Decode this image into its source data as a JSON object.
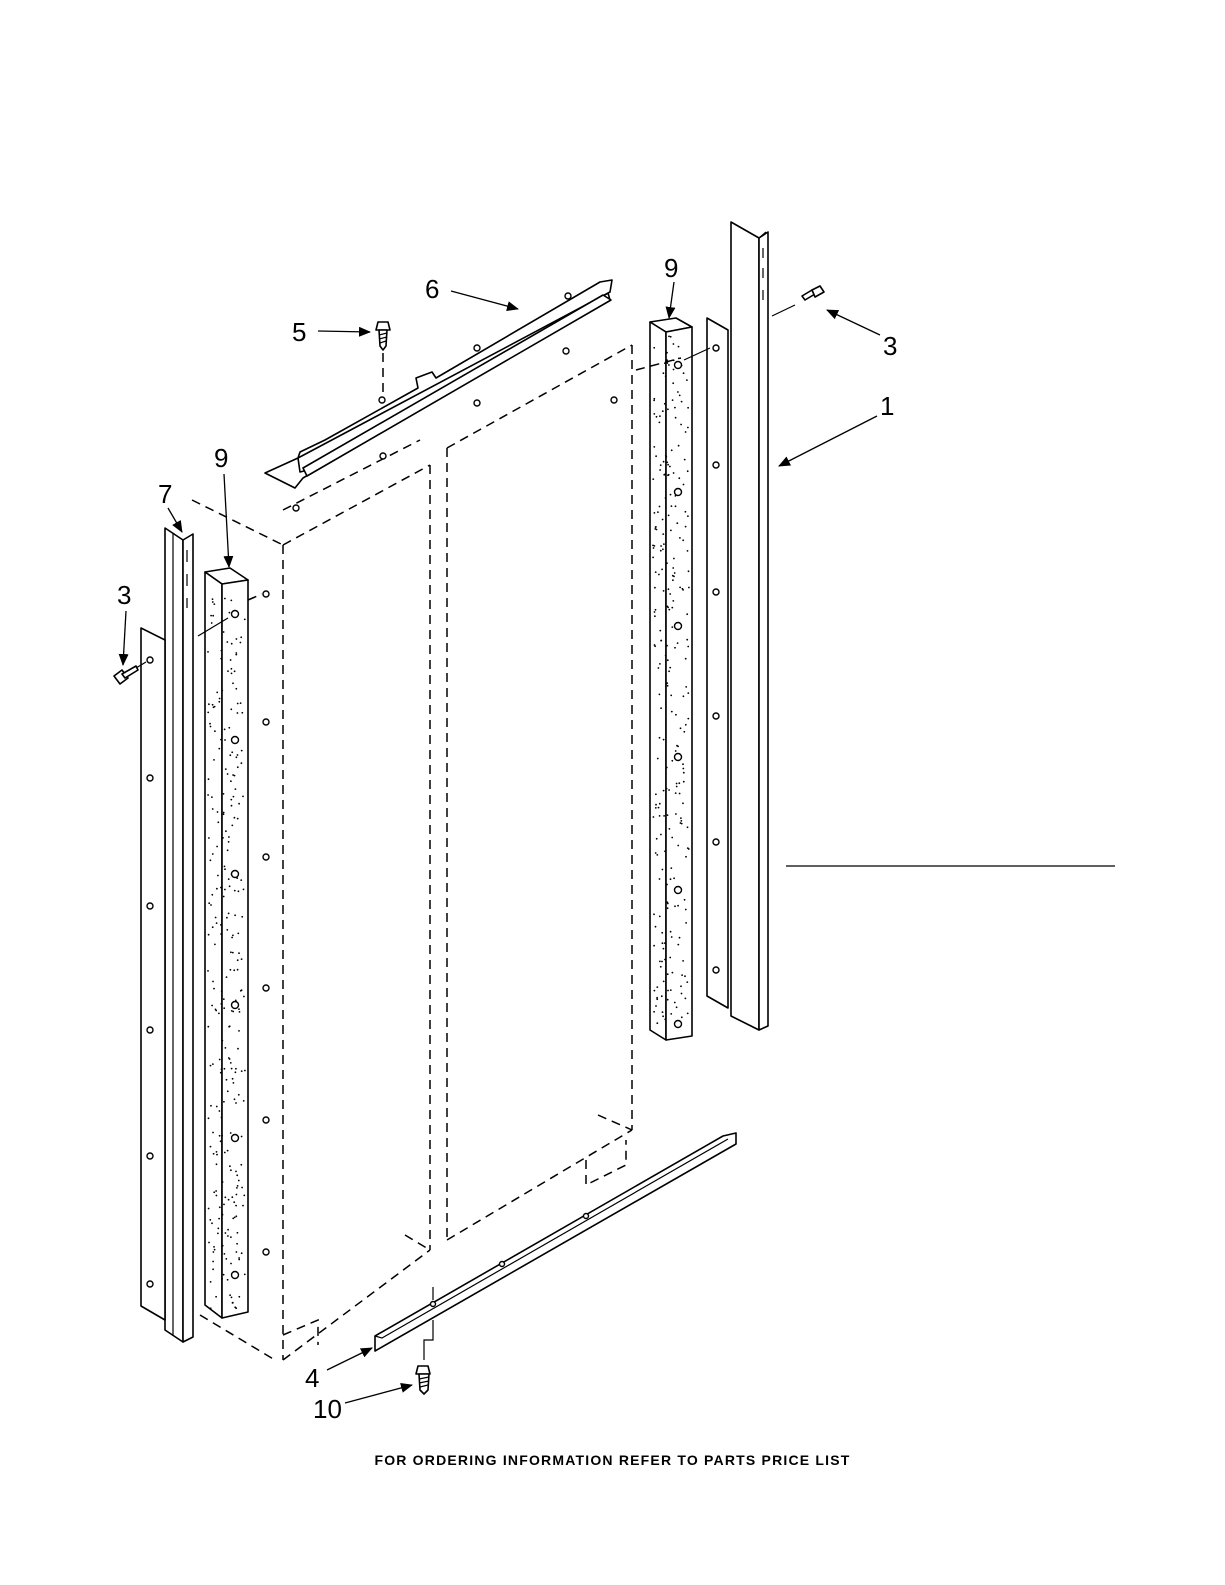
{
  "diagram": {
    "footer_note": "FOR ORDERING INFORMATION REFER TO PARTS PRICE LIST",
    "callouts": [
      {
        "id": "c1",
        "label": "1"
      },
      {
        "id": "c3a",
        "label": "3"
      },
      {
        "id": "c3b",
        "label": "3"
      },
      {
        "id": "c4",
        "label": "4"
      },
      {
        "id": "c5",
        "label": "5"
      },
      {
        "id": "c6",
        "label": "6"
      },
      {
        "id": "c7",
        "label": "7"
      },
      {
        "id": "c9a",
        "label": "9"
      },
      {
        "id": "c9b",
        "label": "9"
      },
      {
        "id": "c10",
        "label": "10"
      }
    ],
    "colors": {
      "line": "#000000",
      "background": "#ffffff"
    }
  }
}
